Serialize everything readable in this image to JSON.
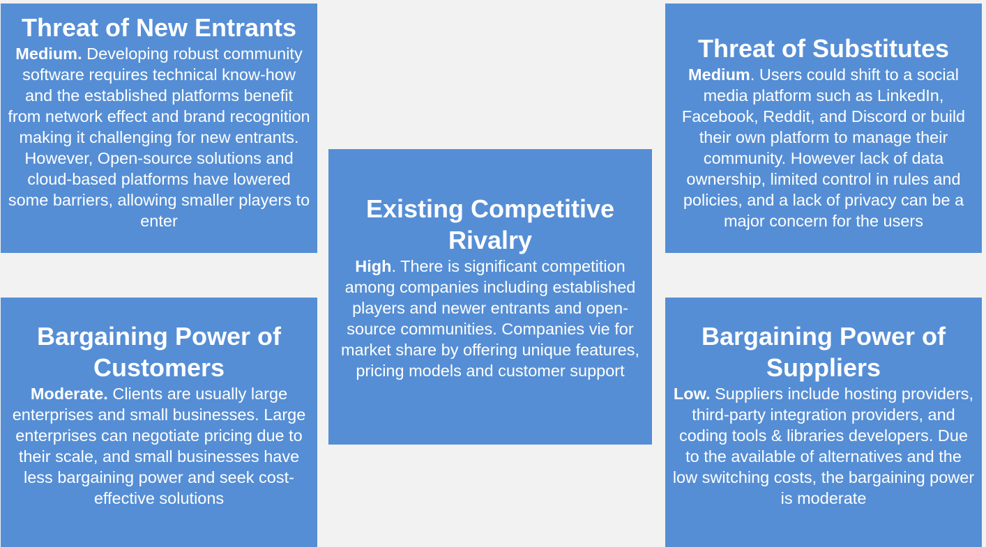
{
  "forces": {
    "new_entrants": {
      "title": "Threat of New Entrants",
      "level": "Medium.",
      "text": " Developing robust community software requires technical know-how and the established platforms benefit from network effect and brand recognition making it challenging for new entrants. However, Open-source solutions and cloud-based platforms have lowered some barriers, allowing smaller players to enter"
    },
    "substitutes": {
      "title": "Threat of Substitutes",
      "level": "Medium",
      "text": ". Users could shift to a social media platform such as LinkedIn, Facebook, Reddit, and Discord or build their own platform to manage their community. However lack of data ownership, limited control in rules and policies, and a lack of privacy can be a major concern for the users"
    },
    "rivalry": {
      "title": "Existing Competitive Rivalry",
      "level": "High",
      "text": ". There is significant competition among companies including established players and newer entrants and open-source communities. Companies vie for market share by offering unique features, pricing models and customer support"
    },
    "customers": {
      "title": "Bargaining Power of Customers",
      "level": "Moderate.",
      "text": " Clients are usually large enterprises and small businesses. Large enterprises can negotiate pricing due to their scale, and small businesses have less bargaining power and seek cost-effective solutions"
    },
    "suppliers": {
      "title": "Bargaining Power of Suppliers",
      "level": "Low.",
      "text": " Suppliers include hosting providers, third-party integration providers, and coding tools & libraries developers. Due to the available of alternatives and the low switching costs, the bargaining power is moderate"
    }
  },
  "colors": {
    "box_fill": "#558ed5",
    "background": "#f2f2f2",
    "text": "#ffffff"
  }
}
